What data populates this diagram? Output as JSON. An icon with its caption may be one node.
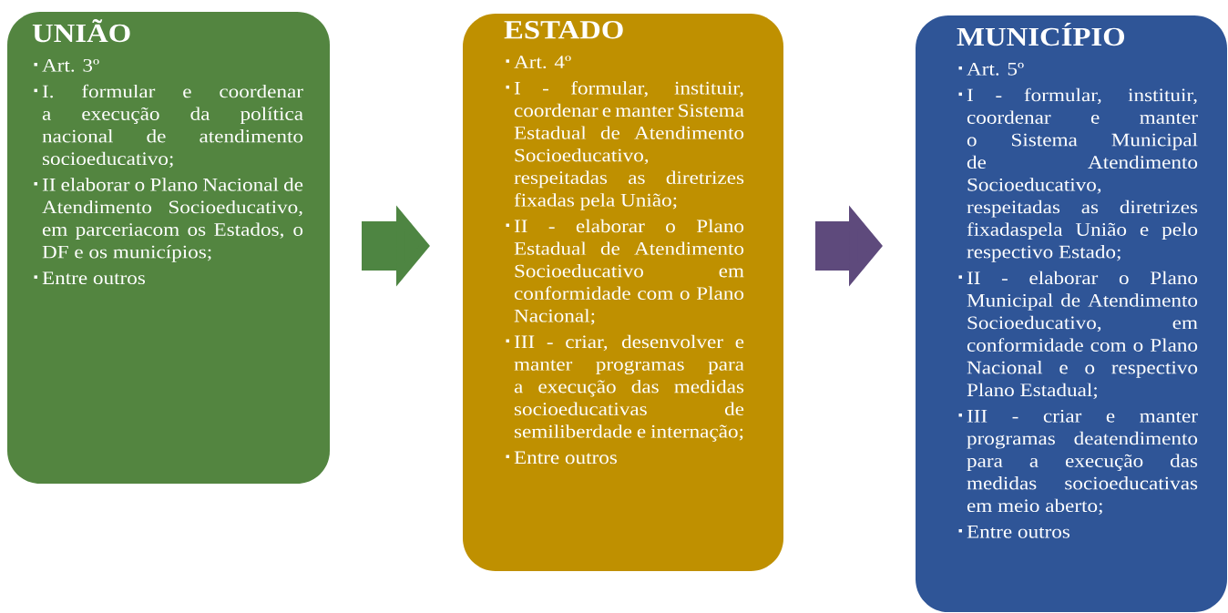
{
  "diagram": {
    "nodes": [
      {
        "text": [
          "UNIÃO",
          "Art. 3º",
          "I. formular e coordenar a execução da política nacional de atendimento socioeducativo;",
          "II elaborar o Plano Nacional de Atendimento Socioeducativo, em parceriacom os Estados, o DF e os municípios;",
          "Entre outros"
        ]
      },
      {
        "text": [
          "ESTADO",
          "Art. 4º",
          "I - formular, instituir, coordenar e manter Sistema Estadual de Atendimento Socioeducativo, respeitadas as diretrizes fixadas pela União;",
          "II - elaborar o Plano Estadual de Atendimento Socioeducativo em conformidade com o Plano Nacional;",
          "III - criar, desenvolver e manter programas para a execução das medidas socioeducativas de semiliberdade e internação;",
          "Entre outros"
        ]
      },
      {
        "text": [
          "MUNICÍPIO",
          "Art. 5º",
          "I - formular, instituir, coordenar e manter o Sistema Municipal de Atendimento Socioeducativo, respeitadas as diretrizes fixadaspela União e pelo respectivo Estado;",
          "II - elaborar o Plano Municipal de Atendimento Socioeducativo, em conformidade com o Plano Nacional e o respectivo Plano Estadual;",
          "III - criar e manter programas deatendimento para a execução das medidas socioeducativas em meio aberto;",
          "Entre outros"
        ]
      }
    ],
    "edges": [
      {
        "from": 0,
        "to": 1,
        "arrow": "to",
        "color": "#4e8542"
      },
      {
        "from": 1,
        "to": 2,
        "arrow": "to",
        "color": "#5e4a7c"
      }
    ]
  }
}
